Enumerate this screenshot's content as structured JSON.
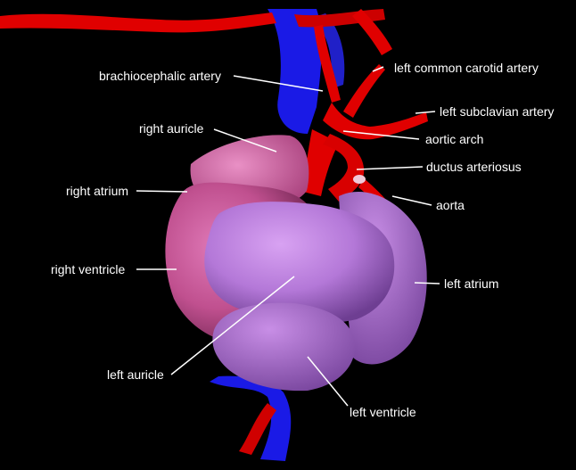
{
  "labels": {
    "brachiocephalic_artery": "brachiocephalic artery",
    "left_common_carotid_artery": "left common carotid artery",
    "left_subclavian_artery": "left subclavian artery",
    "right_auricle": "right auricle",
    "aortic_arch": "aortic arch",
    "ductus_arteriosus": "ductus arteriosus",
    "right_atrium": "right atrium",
    "aorta": "aorta",
    "right_ventricle": "right ventricle",
    "left_atrium": "left atrium",
    "left_auricle": "left auricle",
    "left_ventricle": "left ventricle"
  },
  "colors": {
    "background": "#000000",
    "artery_red": "#e00000",
    "vein_blue": "#1a1ae6",
    "right_heart_pink": "#c0508f",
    "left_heart_violet": "#b478d8",
    "label_white": "#ffffff"
  }
}
